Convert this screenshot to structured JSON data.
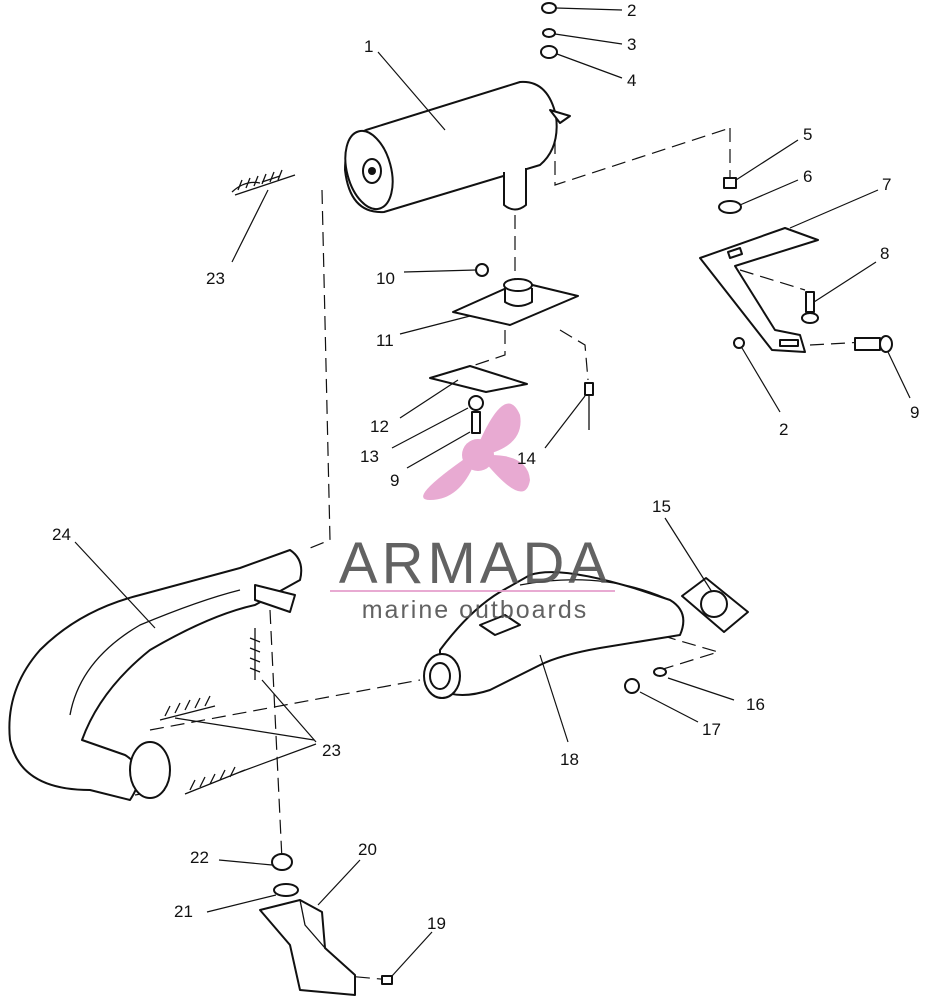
{
  "diagram": {
    "callouts": [
      {
        "id": "c1",
        "text": "1"
      },
      {
        "id": "c2a",
        "text": "2"
      },
      {
        "id": "c3",
        "text": "3"
      },
      {
        "id": "c4",
        "text": "4"
      },
      {
        "id": "c5",
        "text": "5"
      },
      {
        "id": "c6",
        "text": "6"
      },
      {
        "id": "c7",
        "text": "7"
      },
      {
        "id": "c8",
        "text": "8"
      },
      {
        "id": "c9a",
        "text": "9"
      },
      {
        "id": "c2b",
        "text": "2"
      },
      {
        "id": "c10",
        "text": "10"
      },
      {
        "id": "c11",
        "text": "11"
      },
      {
        "id": "c12",
        "text": "12"
      },
      {
        "id": "c13",
        "text": "13"
      },
      {
        "id": "c9b",
        "text": "9"
      },
      {
        "id": "c14",
        "text": "14"
      },
      {
        "id": "c15",
        "text": "15"
      },
      {
        "id": "c16",
        "text": "16"
      },
      {
        "id": "c17",
        "text": "17"
      },
      {
        "id": "c18",
        "text": "18"
      },
      {
        "id": "c23a",
        "text": "23"
      },
      {
        "id": "c23b",
        "text": "23"
      },
      {
        "id": "c24",
        "text": "24"
      },
      {
        "id": "c22",
        "text": "22"
      },
      {
        "id": "c21",
        "text": "21"
      },
      {
        "id": "c20",
        "text": "20"
      },
      {
        "id": "c19",
        "text": "19"
      }
    ]
  },
  "watermark": {
    "brand": "ARMADA",
    "tagline": "marine outboards",
    "color": "#e7a3cf"
  }
}
